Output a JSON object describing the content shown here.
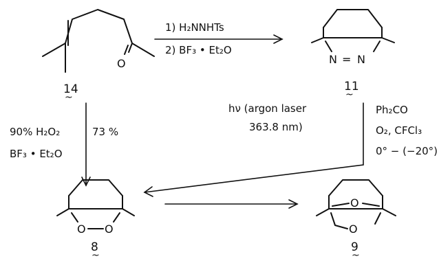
{
  "compounds": [
    {
      "id": "14",
      "label": "14"
    },
    {
      "id": "11",
      "label": "11"
    },
    {
      "id": "8",
      "label": "8"
    },
    {
      "id": "9",
      "label": "9"
    }
  ],
  "atoms": {
    "oxygen": "O",
    "nitrogen": "N",
    "double_bond": "="
  },
  "reactions": {
    "r1": {
      "step1": "1) H₂NNHTs",
      "step2": "2) BF₃ • Et₂O"
    },
    "r2": {
      "reagent1": "90% H₂O₂",
      "reagent2": "BF₃ • Et₂O",
      "yield": "73 %"
    },
    "r3": {
      "cond1": "hν (argon laser",
      "cond2": "363.8 nm)"
    },
    "r4": {
      "cond1": "Ph₂CO",
      "cond2": "O₂, CFCl₃",
      "cond3": "0° − (−20°)"
    }
  }
}
